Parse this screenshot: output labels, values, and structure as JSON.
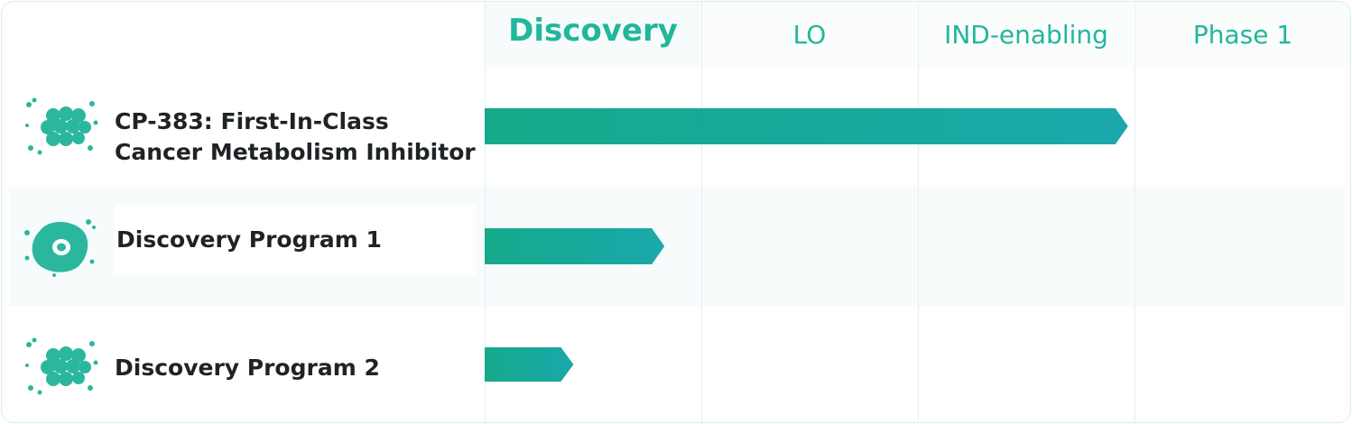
{
  "chart_data": {
    "type": "bar",
    "stages": [
      "Discovery",
      "LO",
      "IND-enabling",
      "Phase 1"
    ],
    "programs": [
      {
        "name_lines": [
          "CP-383: First-In-Class",
          "Cancer Metabolism Inhibitor"
        ],
        "icon": "molecule-cluster-icon",
        "progress": 2.97
      },
      {
        "name_lines": [
          "Discovery Program 1"
        ],
        "icon": "cell-icon",
        "progress": 0.83
      },
      {
        "name_lines": [
          "Discovery Program 2"
        ],
        "icon": "molecule-cluster-icon",
        "progress": 0.41
      }
    ]
  },
  "colors": {
    "accent": "#21b79c",
    "bar_start": "#16a98a",
    "bar_end": "#1aa8ab",
    "icon": "#2bb79e"
  }
}
